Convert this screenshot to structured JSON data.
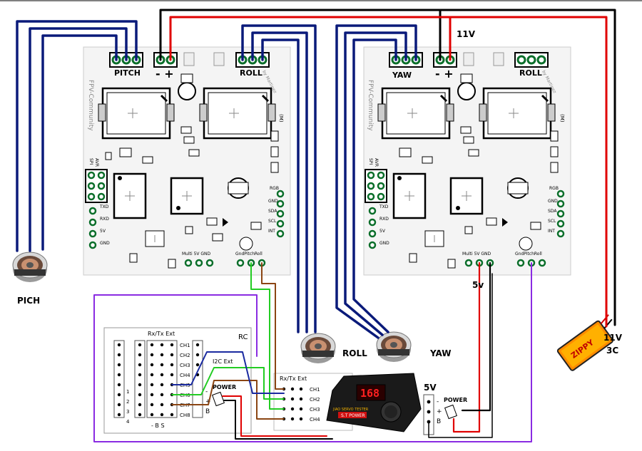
{
  "colors": {
    "power_red": "#e00000",
    "ground_black": "#000000",
    "motor_blue": "#0a1a7a",
    "signal_green": "#22cc22",
    "signal_brown": "#8b4513",
    "i2c_blue": "#1a2aa0",
    "rc_purple": "#8a2be2",
    "board_bg": "#f2f2f2"
  },
  "board_left": {
    "header_pitch": "PITCH",
    "header_roll": "ROLL",
    "power_polarity": "- +",
    "vertical_text": "FPV-Community",
    "by_text": "by Martinez",
    "rev_text": "(M)",
    "spi_label": "SPI",
    "avr_label": "AVR",
    "uart_labels": [
      "TXD",
      "RXD",
      "5V",
      "GND"
    ],
    "i2c_labels": [
      "RGB",
      "GND",
      "SDA",
      "SCL",
      "INT"
    ],
    "bottom_left": "Multi 5V GND",
    "bottom_right": "GndPitchRoll"
  },
  "board_right": {
    "header_yaw": "YAW",
    "header_roll": "ROLL",
    "power_polarity": "- +",
    "vertical_text": "FPV-Community",
    "by_text": "by Martinez",
    "rev_text": "(M)",
    "spi_label": "SPI",
    "avr_label": "AVR",
    "uart_labels": [
      "TXD",
      "RXD",
      "5V",
      "GND"
    ],
    "i2c_labels": [
      "RGB",
      "GND",
      "SDA",
      "SCL",
      "INT"
    ],
    "bottom_left": "Multi 5V GND",
    "bottom_right": "GndPitchRoll"
  },
  "labels": {
    "v11_top": "11V",
    "v5": "5v",
    "v11_battery": "11V",
    "cells": "3C",
    "motor_pich": "PICH",
    "motor_roll": "ROLL",
    "motor_yaw": "YAW",
    "power_5v": "5V"
  },
  "rc": {
    "title": "RC",
    "rxtx_header": "Rx/Tx Ext",
    "i2c_ext": "I2C Ext",
    "power": "POWER",
    "channels": [
      "CH1",
      "CH2",
      "CH3",
      "CH4",
      "CH5",
      "CH6",
      "CH7",
      "CH8"
    ],
    "rows": [
      "1",
      "2",
      "3",
      "4"
    ],
    "bottom": "- B S",
    "side": [
      "-",
      "+",
      "B"
    ]
  },
  "ext_rx": {
    "header": "Rx/Tx Ext",
    "channels": [
      "CH1",
      "CH2",
      "CH3",
      "CH4"
    ]
  },
  "tester": {
    "display": "168",
    "brand": "JIAO SERVO TESTER",
    "model": "S.T POWER"
  },
  "right_module": {
    "label": "POWER",
    "side": [
      "-",
      "+",
      "B"
    ]
  },
  "battery": {
    "brand": "ZIPPY"
  }
}
